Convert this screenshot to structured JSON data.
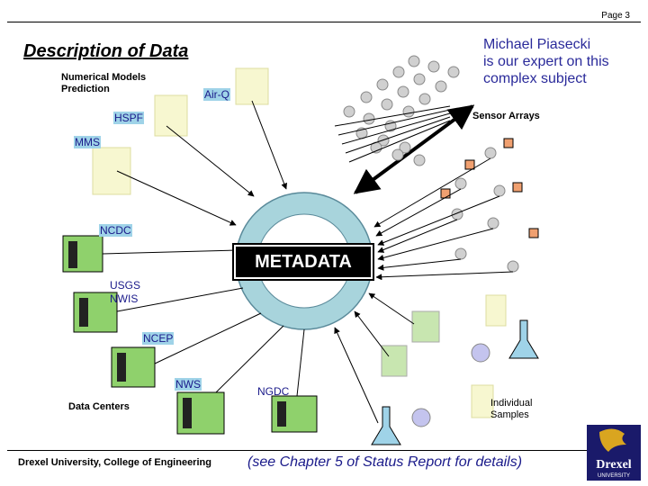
{
  "page": {
    "number": "Page 3"
  },
  "header": {
    "title": "Description of Data"
  },
  "expert_note": {
    "lines": [
      "Michael Piasecki",
      "is our expert on this",
      "complex subject"
    ]
  },
  "groups": {
    "models": {
      "lines": [
        "Numerical Models",
        "Prediction"
      ]
    },
    "sensors": "Sensor Arrays",
    "data_centers": "Data Centers",
    "samples": {
      "lines": [
        "Individual",
        "Samples"
      ]
    }
  },
  "models": [
    "Air-Q",
    "HSPF",
    "MMS"
  ],
  "centers": [
    "NCDC",
    "USGS",
    "NWIS",
    "NCEP",
    "NWS",
    "NGDC"
  ],
  "center_label": "METADATA",
  "footer": {
    "left": "Drexel University, College of Engineering",
    "right": "(see Chapter 5 of Status Report for details)"
  },
  "logo": {
    "text": "Drexel",
    "subtext": "UNIVERSITY"
  },
  "colors": {
    "ring": "#a8d4dc",
    "label_bg": "#9fd3e8",
    "card": "#f7f7d0",
    "server": "#8fd16c",
    "sensor": "#d0d0d0",
    "flask": "#9fd3e8",
    "expert_text": "#2a2a9a",
    "logo_bg": "#1a1a6a",
    "logo_gold": "#d9a520"
  }
}
